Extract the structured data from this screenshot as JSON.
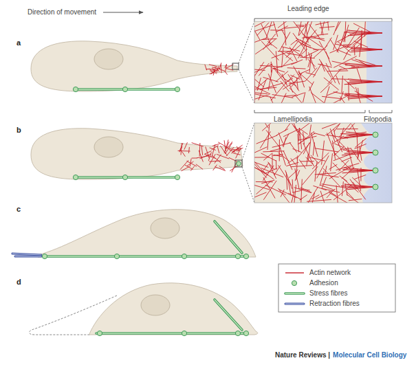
{
  "diagram": {
    "labels": [
      "Direction of movement",
      "Leading edge",
      "a",
      "b",
      "c",
      "d",
      "Lamellipodia",
      "Filopodia",
      "Nature Reviews |",
      "Molecular Cell Biology"
    ],
    "legend": [
      {
        "text": "Actin network"
      },
      {
        "text": "Adhesion"
      },
      {
        "text": "Stress fibres"
      },
      {
        "text": "Retraction fibres"
      }
    ]
  }
}
